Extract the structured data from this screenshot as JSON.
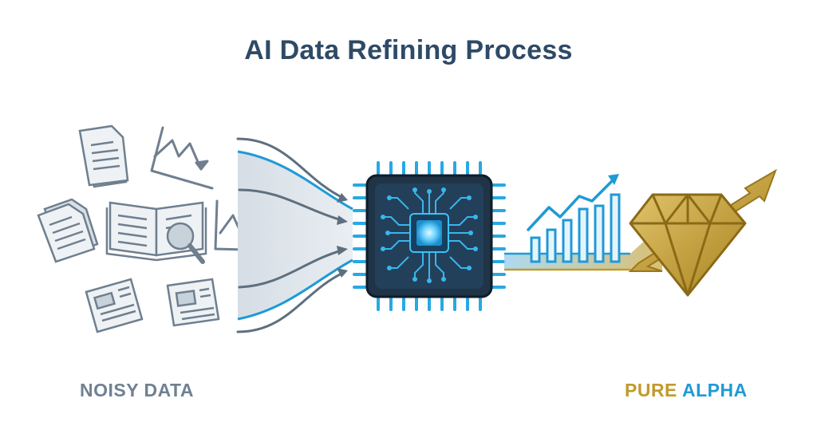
{
  "title": "AI Data Refining Process",
  "labels": {
    "noisy": "NOISY DATA",
    "pure_word1": "PURE",
    "pure_word2": "ALPHA"
  },
  "colors": {
    "title": "#2e4a66",
    "noisy_label": "#6f8192",
    "gold": "#c19a2b",
    "blue": "#1f9ad6",
    "chip_dark": "#1f3447"
  },
  "icons": [
    "document-icon",
    "line-chart-down-icon",
    "open-book-magnifier-icon",
    "newspaper-icon",
    "funnel-shape",
    "processor-chip-icon",
    "bar-chart-up-icon",
    "diamond-icon",
    "trend-arrow-icon"
  ]
}
